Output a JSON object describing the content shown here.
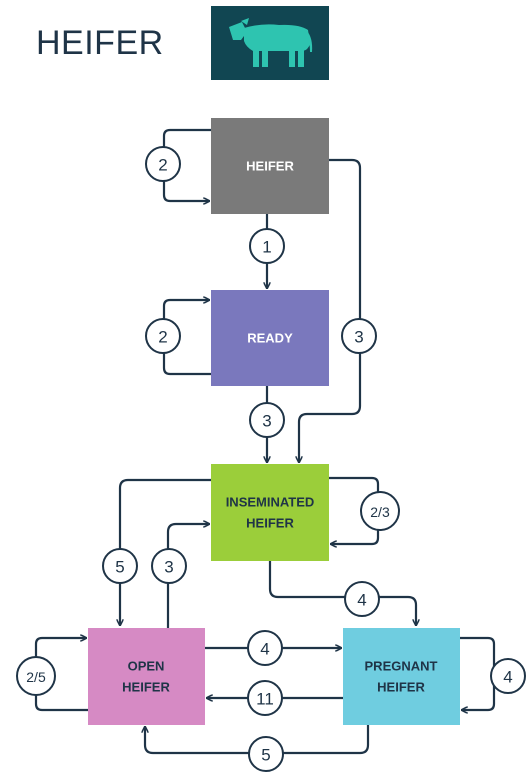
{
  "title": "HEIFER",
  "icon": {
    "name": "cow-icon",
    "tile_color": "#114652",
    "cow_color": "#2ec4b0"
  },
  "nodes": {
    "heifer": {
      "lines": [
        "HEIFER"
      ],
      "color": "#7a7a7a",
      "text_color": "#ffffff"
    },
    "ready": {
      "lines": [
        "READY"
      ],
      "color": "#7a78bd",
      "text_color": "#ffffff"
    },
    "inseminated": {
      "lines": [
        "INSEMINATED",
        "HEIFER"
      ],
      "color": "#9bce3a",
      "text_color": "#1f3447"
    },
    "open": {
      "lines": [
        "OPEN",
        "HEIFER"
      ],
      "color": "#d68ac4",
      "text_color": "#1f3447"
    },
    "pregnant": {
      "lines": [
        "PREGNANT",
        "HEIFER"
      ],
      "color": "#6fcde0",
      "text_color": "#1f3447"
    }
  },
  "transitions": {
    "heifer_self": "2",
    "heifer_to_ready": "1",
    "heifer_to_inseminated": "3",
    "ready_self": "2",
    "ready_to_inseminated": "3",
    "inseminated_self": "2/3",
    "inseminated_to_open": "5",
    "open_to_inseminated": "3",
    "inseminated_to_pregnant": "4",
    "open_self": "2/5",
    "open_to_pregnant": "4",
    "pregnant_to_open_upper": "11",
    "pregnant_self": "4",
    "pregnant_to_open_lower": "5"
  }
}
